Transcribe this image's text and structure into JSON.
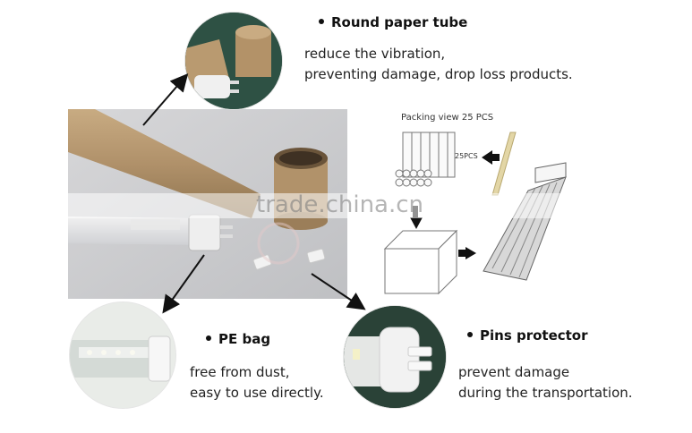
{
  "features": {
    "paper_tube": {
      "title": "Round paper tube",
      "lines": [
        "reduce the vibration,",
        "preventing damage, drop loss products."
      ]
    },
    "pe_bag": {
      "title": "PE bag",
      "lines": [
        "free from dust,",
        "easy to use directly."
      ]
    },
    "pins": {
      "title": "Pins protector",
      "lines": [
        "prevent damage",
        "during the transportation."
      ]
    }
  },
  "packing": {
    "title": "Packing view 25 PCS",
    "count_label": "25PCS"
  },
  "watermark": "trade.china.cn",
  "colors": {
    "tube_brown": "#b89a72",
    "photo_bg": "#c9c9cb",
    "circle_bg": "#e7ebe6"
  },
  "icons": [
    "arrow-icon",
    "bullet-icon"
  ]
}
